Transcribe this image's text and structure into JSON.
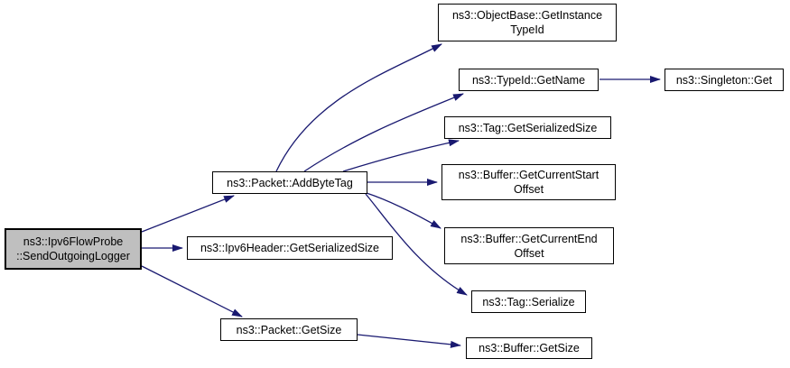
{
  "diagram": {
    "type": "call-graph",
    "background_color": "#ffffff",
    "edge_color": "#191970",
    "node_border_color": "#000000",
    "highlighted_node_fill": "#bfbfbf",
    "nodes": [
      {
        "id": "ipv6flowprobe-send-outgoing-logger",
        "label": "ns3::Ipv6FlowProbe\n::SendOutgoingLogger",
        "highlighted": true
      },
      {
        "id": "packet-add-byte-tag",
        "label": "ns3::Packet::AddByteTag",
        "highlighted": false
      },
      {
        "id": "ipv6header-get-serialized-size",
        "label": "ns3::Ipv6Header::GetSerializedSize",
        "highlighted": false
      },
      {
        "id": "packet-get-size",
        "label": "ns3::Packet::GetSize",
        "highlighted": false
      },
      {
        "id": "objectbase-get-instance-type-id",
        "label": "ns3::ObjectBase::GetInstance\nTypeId",
        "highlighted": false
      },
      {
        "id": "typeid-get-name",
        "label": "ns3::TypeId::GetName",
        "highlighted": false
      },
      {
        "id": "singleton-get",
        "label": "ns3::Singleton::Get",
        "highlighted": false
      },
      {
        "id": "tag-get-serialized-size",
        "label": "ns3::Tag::GetSerializedSize",
        "highlighted": false
      },
      {
        "id": "buffer-get-current-start-offset",
        "label": "ns3::Buffer::GetCurrentStart\nOffset",
        "highlighted": false
      },
      {
        "id": "buffer-get-current-end-offset",
        "label": "ns3::Buffer::GetCurrentEnd\nOffset",
        "highlighted": false
      },
      {
        "id": "tag-serialize",
        "label": "ns3::Tag::Serialize",
        "highlighted": false
      },
      {
        "id": "buffer-get-size",
        "label": "ns3::Buffer::GetSize",
        "highlighted": false
      }
    ],
    "edges": [
      {
        "from": "ns3::Ipv6FlowProbe::SendOutgoingLogger",
        "to": "ns3::Packet::AddByteTag"
      },
      {
        "from": "ns3::Ipv6FlowProbe::SendOutgoingLogger",
        "to": "ns3::Ipv6Header::GetSerializedSize"
      },
      {
        "from": "ns3::Ipv6FlowProbe::SendOutgoingLogger",
        "to": "ns3::Packet::GetSize"
      },
      {
        "from": "ns3::Packet::AddByteTag",
        "to": "ns3::ObjectBase::GetInstanceTypeId"
      },
      {
        "from": "ns3::Packet::AddByteTag",
        "to": "ns3::TypeId::GetName"
      },
      {
        "from": "ns3::Packet::AddByteTag",
        "to": "ns3::Tag::GetSerializedSize"
      },
      {
        "from": "ns3::Packet::AddByteTag",
        "to": "ns3::Buffer::GetCurrentStartOffset"
      },
      {
        "from": "ns3::Packet::AddByteTag",
        "to": "ns3::Buffer::GetCurrentEndOffset"
      },
      {
        "from": "ns3::Packet::AddByteTag",
        "to": "ns3::Tag::Serialize"
      },
      {
        "from": "ns3::TypeId::GetName",
        "to": "ns3::Singleton::Get"
      },
      {
        "from": "ns3::Packet::GetSize",
        "to": "ns3::Buffer::GetSize"
      }
    ]
  }
}
